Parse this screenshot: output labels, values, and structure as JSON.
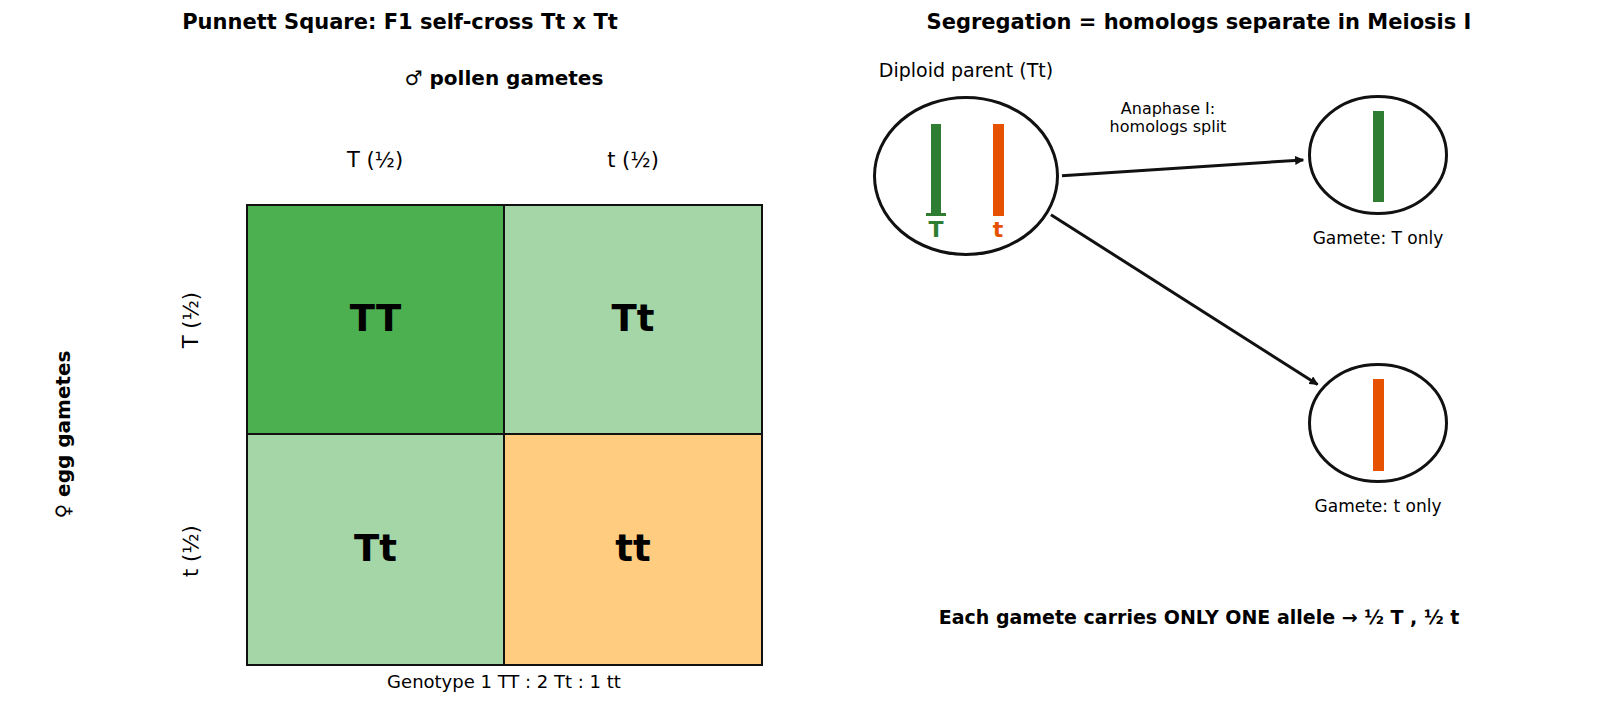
{
  "diagram": {
    "title": "Punnett Square: F1 self-cross  Tt x Tt",
    "nodes": [
      {
        "text": [
          "TT"
        ]
      },
      {
        "text": [
          "Tt"
        ]
      },
      {
        "text": [
          "Tt"
        ]
      },
      {
        "text": [
          "tt"
        ]
      },
      {
        "text": [
          "Diploid parent (Tt)",
          "T",
          "t"
        ]
      },
      {
        "text": [
          "Gamete: T only"
        ]
      },
      {
        "text": [
          "Gamete: t only"
        ]
      }
    ],
    "edges": [
      {
        "from": 4,
        "to": 5,
        "arrow": "to",
        "label": "Anaphase I: homologs split"
      },
      {
        "from": 4,
        "to": 6,
        "arrow": "to"
      }
    ],
    "labels": [
      "Segregation = homologs separate in Meiosis I",
      "♂ pollen gametes",
      "T (½)",
      "t (½)",
      "♀ egg gametes",
      "T (½)",
      "t (½)",
      "Genotype  1 TT : 2 Tt : 1 tt",
      "Each gamete carries ONLY ONE allele  →  ½ T , ½ t"
    ]
  }
}
